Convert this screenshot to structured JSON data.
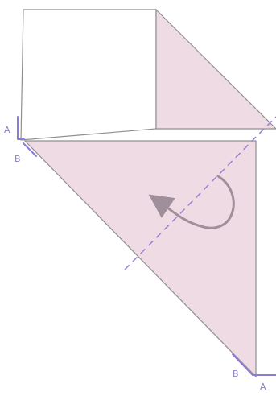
{
  "diagram": {
    "labels": {
      "top_a": "A",
      "top_b": "B",
      "bottom_a": "A",
      "bottom_b": "B"
    },
    "colors": {
      "paper_fill": "#efdbe3",
      "paper_edge": "#8f8f8f",
      "white_paper": "#ffffff",
      "fold_line": "#9a7fd6",
      "arrow": "#9f8f9b",
      "edge_marker": "#8d7ad8",
      "label_text": "#8a7fc9"
    },
    "icons": {
      "fold_arrow": "curved-arrow-icon",
      "fold_line": "dashed-fold-line",
      "edge_markers": "edge-marker-lines"
    }
  }
}
